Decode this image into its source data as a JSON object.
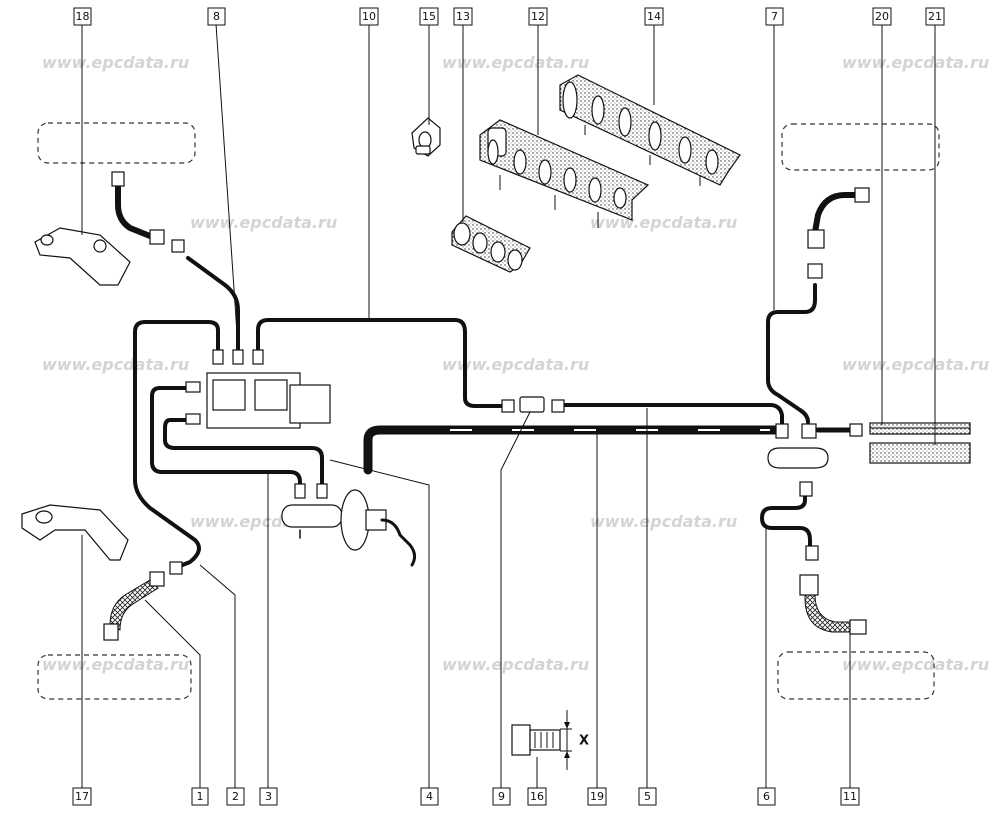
{
  "watermark": "www.epcdata.ru",
  "dimension_label": "X",
  "callouts": {
    "c1": "1",
    "c2": "2",
    "c3": "3",
    "c4": "4",
    "c5": "5",
    "c6": "6",
    "c7": "7",
    "c8": "8",
    "c9": "9",
    "c10": "10",
    "c11": "11",
    "c12": "12",
    "c13": "13",
    "c14": "14",
    "c15": "15",
    "c16": "16",
    "c17": "17",
    "c18": "18",
    "c19": "19",
    "c20": "20",
    "c21": "21"
  }
}
